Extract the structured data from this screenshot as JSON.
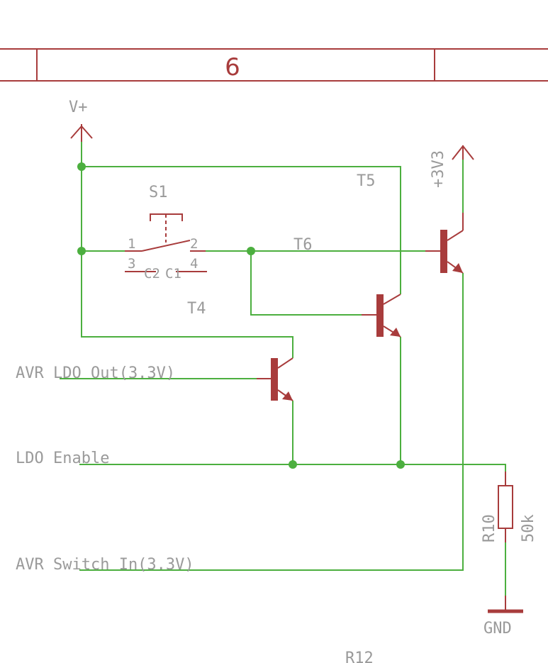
{
  "frame": {
    "column_label": "6"
  },
  "supplies": {
    "vplus": "V+",
    "v3v3": "+3V3",
    "gnd": "GND"
  },
  "switch": {
    "ref": "S1",
    "pin1": "1",
    "pin2": "2",
    "pin3": "3",
    "pin4": "4",
    "c2": "C2",
    "c1": "C1"
  },
  "transistors": {
    "t4": "T4",
    "t5": "T5",
    "t6": "T6"
  },
  "resistor": {
    "ref": "R10",
    "value": "50k"
  },
  "nets": {
    "avr_ldo_out": "AVR LDO Out(3.3V)",
    "ldo_enable": "LDO Enable",
    "avr_switch_in": "AVR Switch In(3.3V)"
  },
  "offpage_ref": "R12",
  "colors": {
    "wire": "#4caf3f",
    "part": "#a83c3c",
    "label": "#9a9a9a"
  }
}
